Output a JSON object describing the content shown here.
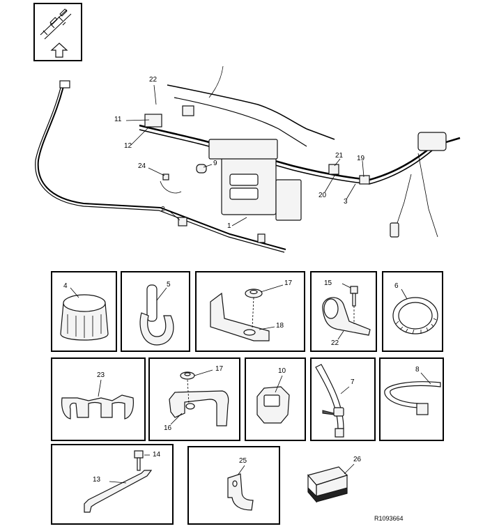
{
  "main_view": {
    "callouts": [
      "22",
      "11",
      "12",
      "24",
      "9",
      "2",
      "1",
      "21",
      "20",
      "19",
      "3"
    ]
  },
  "panels": [
    {
      "key": "p4",
      "callouts": [
        "4"
      ]
    },
    {
      "key": "p5",
      "callouts": [
        "5"
      ]
    },
    {
      "key": "p17_18",
      "callouts": [
        "17",
        "18"
      ]
    },
    {
      "key": "p15_22",
      "callouts": [
        "15",
        "22"
      ]
    },
    {
      "key": "p6",
      "callouts": [
        "6"
      ]
    },
    {
      "key": "p23",
      "callouts": [
        "23"
      ]
    },
    {
      "key": "p16_17",
      "callouts": [
        "17",
        "16"
      ]
    },
    {
      "key": "p10",
      "callouts": [
        "10"
      ]
    },
    {
      "key": "p7",
      "callouts": [
        "7"
      ]
    },
    {
      "key": "p8",
      "callouts": [
        "8"
      ]
    },
    {
      "key": "p13_14",
      "callouts": [
        "14",
        "13"
      ]
    },
    {
      "key": "p25",
      "callouts": [
        "25"
      ]
    },
    {
      "key": "p26",
      "callouts": [
        "26"
      ]
    }
  ],
  "reference_code": "R1093664",
  "icons": [
    "vehicle-orientation-icon",
    "forward-arrow-icon"
  ]
}
